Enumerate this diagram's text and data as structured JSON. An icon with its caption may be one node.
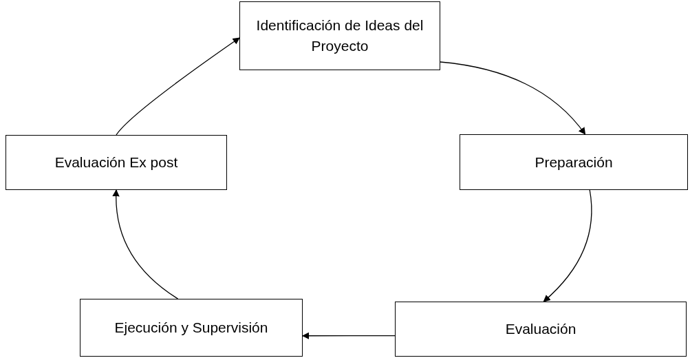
{
  "diagram": {
    "nodes": [
      {
        "text": [
          "Identificación de Ideas del Proyecto"
        ]
      },
      {
        "text": [
          "Preparación"
        ]
      },
      {
        "text": [
          "Evaluación"
        ]
      },
      {
        "text": [
          "Ejecución y Supervisión"
        ]
      },
      {
        "text": [
          "Evaluación Ex post"
        ]
      }
    ],
    "edges": [
      {
        "from": 0,
        "to": 1,
        "arrow": "to"
      },
      {
        "from": 1,
        "to": 2,
        "arrow": "to"
      },
      {
        "from": 2,
        "to": 3,
        "arrow": "to"
      },
      {
        "from": 3,
        "to": 4,
        "arrow": "to"
      },
      {
        "from": 4,
        "to": 0,
        "arrow": "to"
      }
    ]
  }
}
